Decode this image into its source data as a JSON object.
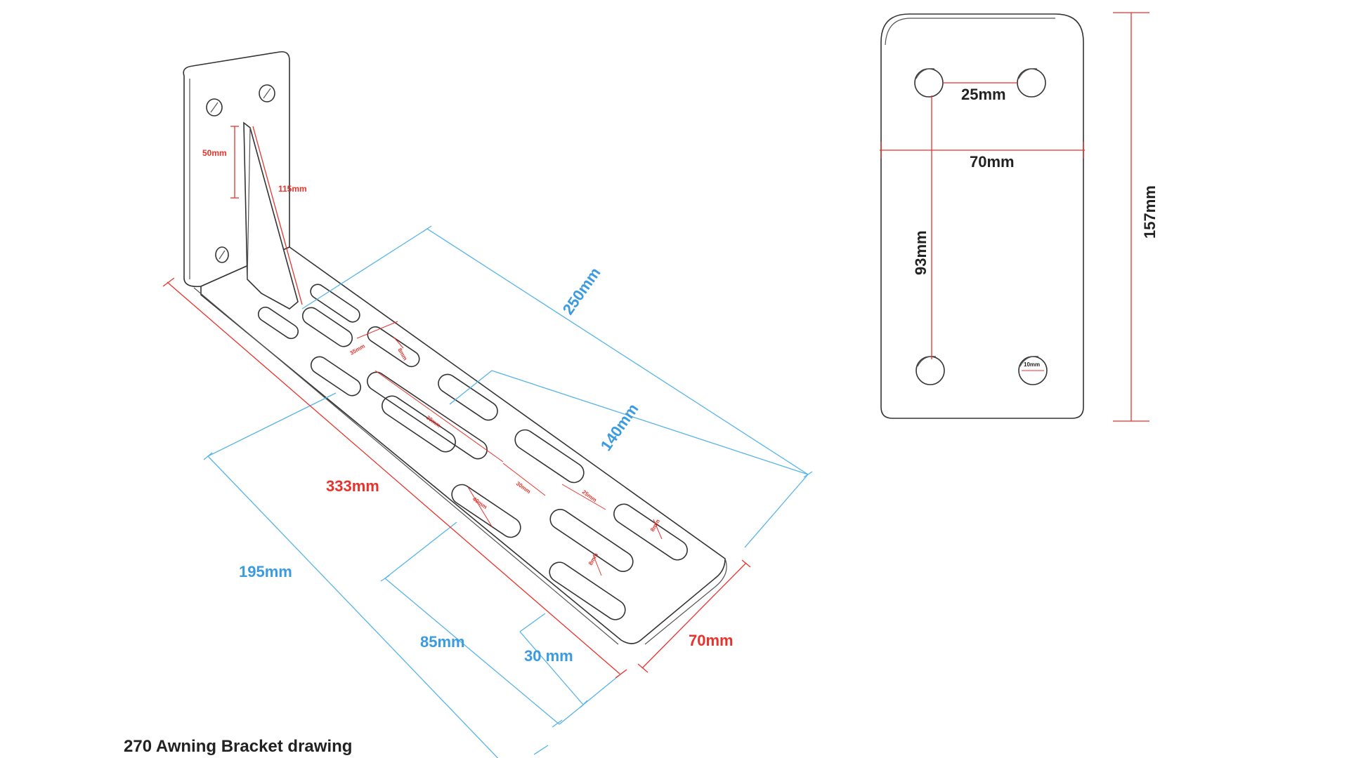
{
  "diagram": {
    "caption": "270 Awning Bracket drawing",
    "side_view": {
      "dims": {
        "d250": "250mm",
        "d140": "140mm",
        "d333": "333mm",
        "d195": "195mm",
        "d85": "85mm",
        "d30": "30 mm",
        "d70": "70mm",
        "d50": "50mm",
        "d115": "115mm",
        "slot_a": "35mm",
        "slot_b": "8mm",
        "slot_c": "30mm",
        "slot_d": "25mm",
        "slot_e": "40mm",
        "slot_f": "8mm",
        "slot_g": "10mm",
        "slot_h": "8mm"
      }
    },
    "plate_view": {
      "dims": {
        "d25": "25mm",
        "d70": "70mm",
        "d93": "93mm",
        "d157": "157mm",
        "hole": "10mm"
      }
    }
  },
  "colors": {
    "red": "#e8332c",
    "blue": "#56b4e9",
    "outline": "#333333"
  }
}
